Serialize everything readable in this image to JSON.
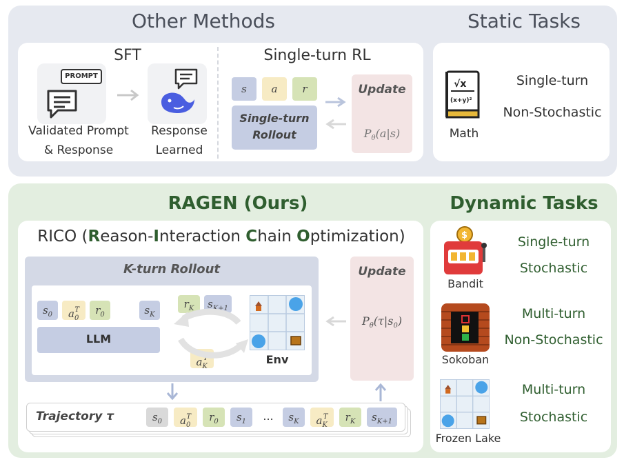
{
  "top": {
    "title": "Other Methods",
    "static_title": "Static Tasks",
    "sft": {
      "title": "SFT",
      "prompt_tag": "PROMPT",
      "left_label_1": "Validated Prompt",
      "left_label_2": "& Response",
      "right_label_1": "Response",
      "right_label_2": "Learned"
    },
    "single_rl": {
      "title": "Single-turn RL",
      "chip_s": "s",
      "chip_a": "a",
      "chip_r": "r",
      "rollout_1": "Single-turn",
      "rollout_2": "Rollout",
      "update": "Update",
      "policy": "P",
      "policy_sub": "θ",
      "policy_arg": "(a|s)"
    },
    "static": {
      "icon_label": "Math",
      "line1": "Single-turn",
      "line2": "Non-Stochastic"
    }
  },
  "bottom": {
    "title": "RAGEN (Ours)",
    "dynamic_title": "Dynamic Tasks",
    "rico": {
      "r1": "RICO (",
      "r2": "R",
      "r3": "eason-",
      "r4": "I",
      "r5": "nteraction ",
      "r6": "C",
      "r7": "hain ",
      "r8": "O",
      "r9": "ptimization)"
    },
    "rollout_title": "K-turn Rollout",
    "llm": "LLM",
    "env": "Env",
    "update": "Update",
    "policy": "P",
    "policy_sub": "θ",
    "policy_arg": "(τ|s",
    "policy_arg_sub": "0",
    "policy_close": ")",
    "trajectory": "Trajectory τ",
    "ellipsis": "...",
    "chips": {
      "s": "s",
      "a": "a",
      "r": "r",
      "sub0": "0",
      "sub1": "1",
      "subK": "K",
      "subK1": "K+1",
      "supT": "T"
    }
  },
  "dynamic": [
    {
      "icon": "Bandit",
      "line1": "Single-turn",
      "line2": "Stochastic"
    },
    {
      "icon": "Sokoban",
      "line1": "Multi-turn",
      "line2": "Non-Stochastic"
    },
    {
      "icon": "Frozen Lake",
      "line1": "Multi-turn",
      "line2": "Stochastic"
    }
  ],
  "colors": {
    "top_bg": "#e6e9f0",
    "bottom_bg": "#e3eee0",
    "green_title": "#2f5e2f",
    "top_title": "#4a4f5a",
    "chip_blue": "#c5cde3",
    "chip_yellow": "#f7ebc4",
    "chip_green": "#d6e3b6",
    "update_bg": "#f3e4e4"
  }
}
